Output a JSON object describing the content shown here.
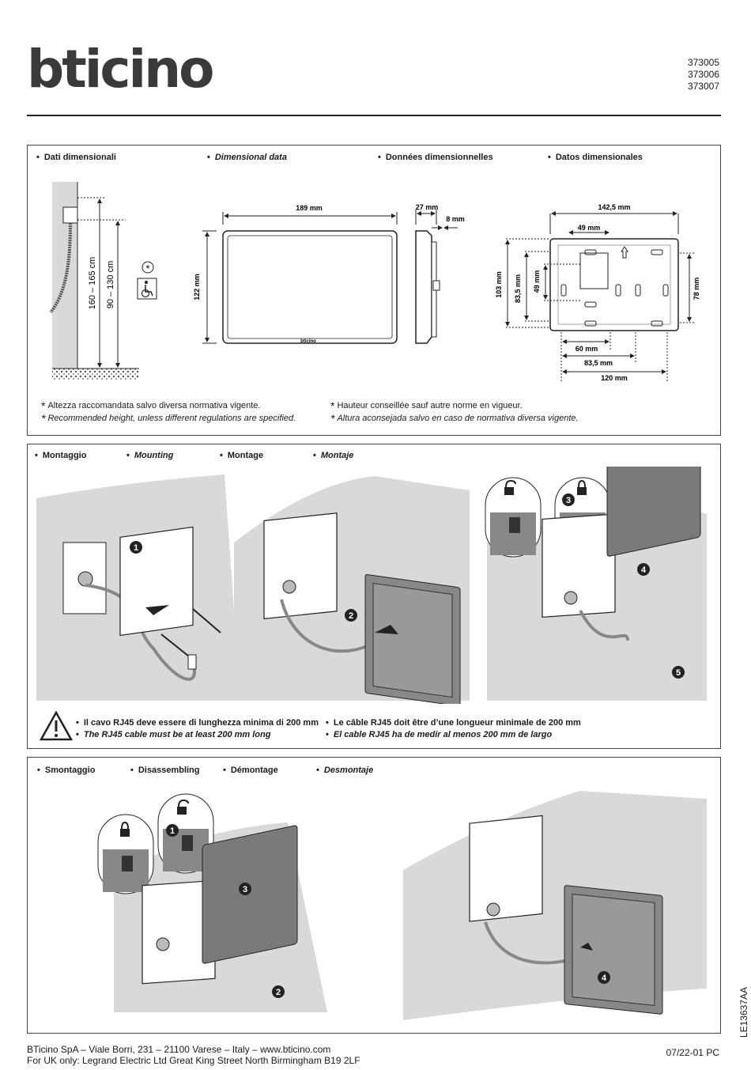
{
  "header": {
    "brand": "bticino",
    "codes": [
      "373005",
      "373006",
      "373007"
    ]
  },
  "dimensional": {
    "labels": {
      "it": "Dati dimensionali",
      "en": "Dimensional data",
      "fr": "Données dimensionnelles",
      "es": "Datos dimensionales"
    },
    "dims": {
      "height_total": "160 – 165 cm",
      "height_rec": "90 – 130 cm",
      "star": "*",
      "width": "189 mm",
      "height": "122 mm",
      "depth": "27 mm",
      "depth_small": "8 mm",
      "bracket_width": "142,5 mm",
      "bracket_49": "49 mm",
      "bracket_103": "103 mm",
      "bracket_835v": "83,5 mm",
      "bracket_49v": "49 mm",
      "bracket_78": "78 mm",
      "bracket_60": "60 mm",
      "bracket_835h": "83,5 mm",
      "bracket_120": "120 mm",
      "panel_brand": "bticino"
    },
    "notes": {
      "it": "Altezza raccomandata salvo diversa normativa vigente.",
      "en": "Recommended height, unless different regulations are specified.",
      "fr": "Hauteur conseillée sauf autre norme en vigueur.",
      "es": "Altura aconsejada salvo en caso de normativa diversa vigente."
    }
  },
  "mounting": {
    "labels": {
      "it": "Montaggio",
      "en": "Mounting",
      "fr": "Montage",
      "es": "Montaje"
    },
    "steps": [
      "1",
      "2",
      "3",
      "4",
      "5"
    ],
    "warning": {
      "it": "Il cavo RJ45 deve essere di lunghezza minima di 200 mm",
      "en": "The RJ45 cable must be at least 200 mm long",
      "fr": "Le câble RJ45 doit être d’une longueur minimale de 200 mm",
      "es": "El cable RJ45 ha de medir al menos 200 mm de largo"
    }
  },
  "disassembling": {
    "labels": {
      "it": "Smontaggio",
      "en": "Disassembling",
      "fr": "Démontage",
      "es": "Desmontaje"
    },
    "steps": [
      "1",
      "2",
      "3",
      "4"
    ]
  },
  "footer": {
    "line1": "BTicino SpA – Viale Borri, 231 – 21100 Varese – Italy – www.bticino.com",
    "line2": "For UK only: Legrand Electric Ltd Great King Street North Birmingham B19 2LF",
    "date": "07/22-01 PC",
    "doc_code": "LE13637AA"
  },
  "colors": {
    "wall": "#d9d9d9",
    "device": "#7a7a7a",
    "line": "#222222"
  }
}
